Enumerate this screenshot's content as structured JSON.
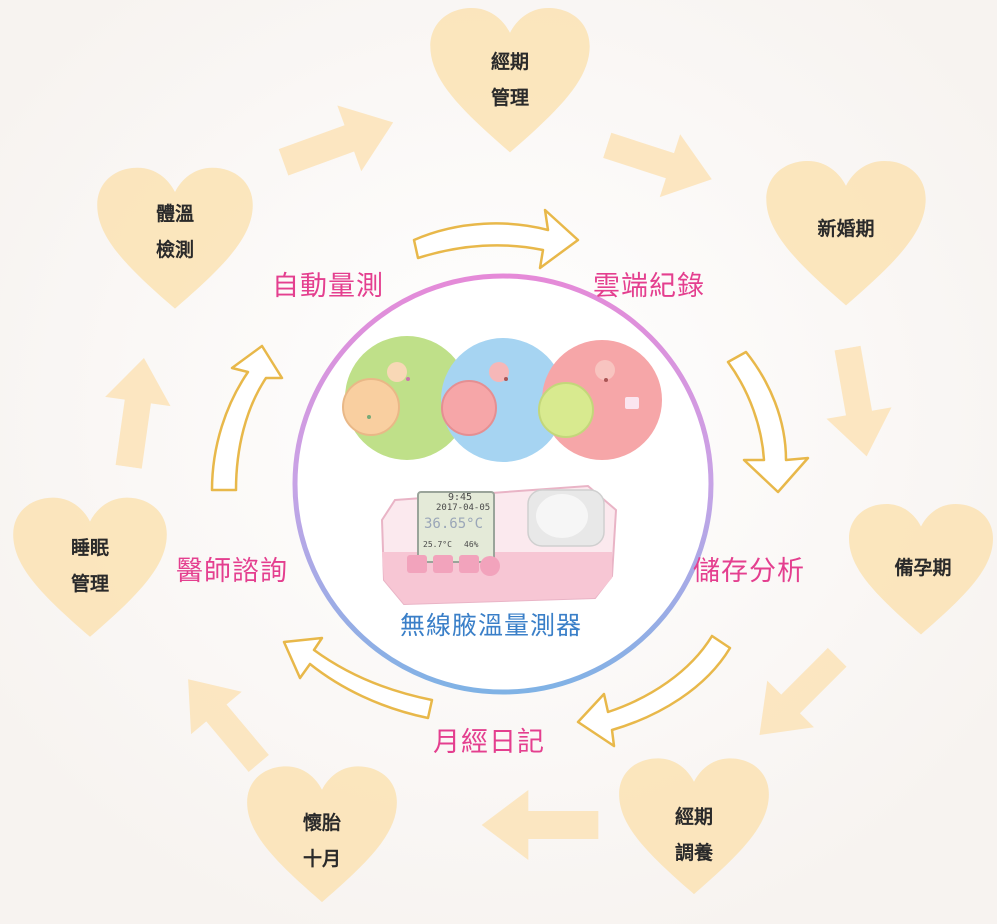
{
  "hearts": {
    "menstrual_management": [
      "經期",
      "管理"
    ],
    "newlywed": [
      "新婚期"
    ],
    "pre_pregnancy": [
      "備孕期"
    ],
    "menstrual_conditioning": [
      "經期",
      "調養"
    ],
    "pregnancy": [
      "懷胎",
      "十月"
    ],
    "sleep_management": [
      "睡眠",
      "管理"
    ],
    "temperature_check": [
      "體溫",
      "檢測"
    ]
  },
  "inner_cycle": {
    "auto_measure": "自動量測",
    "cloud_record": "雲端紀錄",
    "storage_analysis": "儲存分析",
    "menstrual_diary": "月經日記",
    "doctor_consult": "醫師諮詢"
  },
  "device": {
    "name": "無線腋溫量測器",
    "screen": {
      "time": "9:45",
      "date": "2017-04-05",
      "temperature": "36.65°C",
      "left_small": "25.7°C",
      "right_small": "46%"
    }
  },
  "colors": {
    "heart_fill": "#fbe3b7",
    "outer_arrow_fill": "#fbe3b7",
    "inner_arrow_stroke": "#e8b84a",
    "inner_label": "#e43f8f",
    "device_label": "#3a7fc8",
    "ring_top": "#e58ad8",
    "ring_bottom": "#7fb2e5",
    "sensor_green": "#bfe089",
    "sensor_blue": "#a6d4f2",
    "sensor_pink": "#f6a6a8",
    "device_body": "#f7c6d4"
  }
}
